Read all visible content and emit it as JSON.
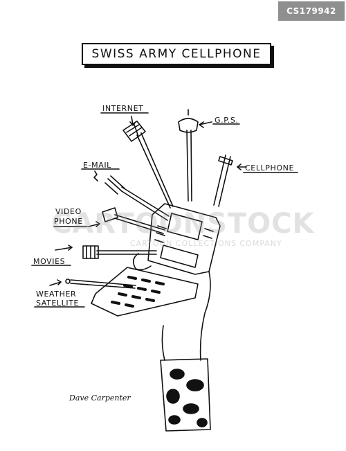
{
  "stock_id": "CS179942",
  "title": "SWISS ARMY CELLPHONE",
  "labels": {
    "internet": "INTERNET",
    "gps": "G.P.S.",
    "cellphone": "CELLPHONE",
    "email": "E-MAIL",
    "video_phone_1": "VIDEO",
    "video_phone_2": "PHONE",
    "movies": "MOVIES",
    "weather_1": "WEATHER",
    "weather_2": "SATELLITE"
  },
  "watermark": "CARTOONSTOCK",
  "watermark_sub": "CARTOON COLLECTIONS COMPANY",
  "signature": "Dave Carpenter"
}
